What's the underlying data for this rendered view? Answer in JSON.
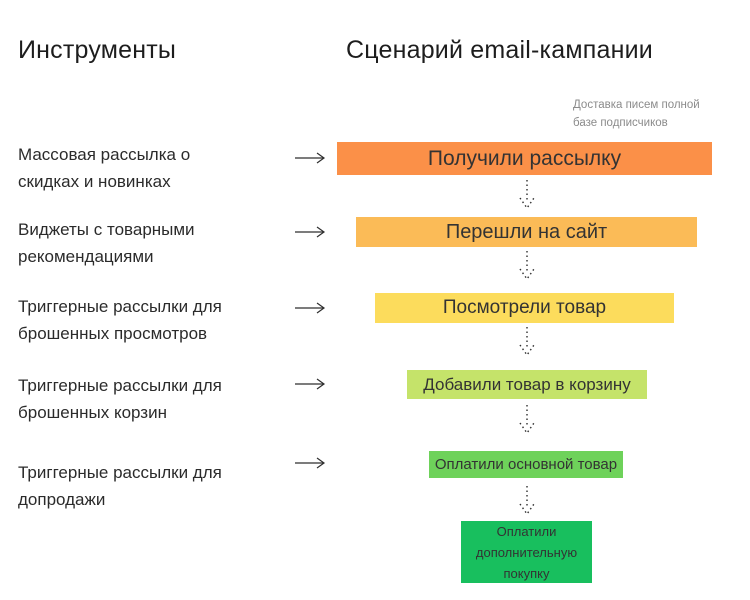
{
  "header": {
    "tools_title": "Инструменты",
    "scenario_title": "Сценарий email-кампании"
  },
  "note": {
    "text": "Доставка писем полной\nбазе подписчиков"
  },
  "tools": [
    {
      "label": "Массовая рассылка о\nскидках и новинках"
    },
    {
      "label": "Виджеты с товарными\nрекомендациями"
    },
    {
      "label": "Триггерные рассылки для\nброшенных просмотров"
    },
    {
      "label": "Триггерные рассылки для\nброшенных корзин"
    },
    {
      "label": "Триггерные рассылки для\nдопродажи"
    }
  ],
  "funnel": [
    {
      "label": "Получили рассылку",
      "color": "#FB9048"
    },
    {
      "label": "Перешли на сайт",
      "color": "#FBBB57"
    },
    {
      "label": "Посмотрели товар",
      "color": "#FCDC5C"
    },
    {
      "label": "Добавили товар в корзину",
      "color": "#C5E36A"
    },
    {
      "label": "Оплатили основной товар",
      "color": "#6ED25A"
    },
    {
      "label": "Оплатили\nдополнительную\nпокупку",
      "color": "#18BF5E"
    }
  ]
}
